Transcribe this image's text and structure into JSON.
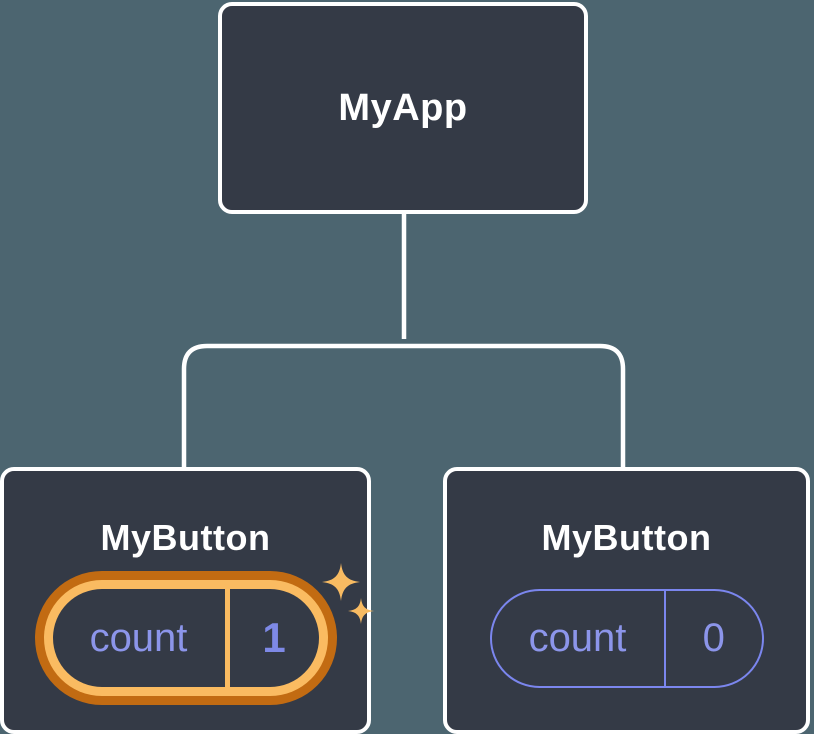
{
  "tree": {
    "root": {
      "label": "MyApp"
    },
    "children": [
      {
        "label": "MyButton",
        "state": {
          "key": "count",
          "value": "1"
        },
        "highlighted": true
      },
      {
        "label": "MyButton",
        "state": {
          "key": "count",
          "value": "0"
        },
        "highlighted": false
      }
    ]
  },
  "icons": {
    "sparkle": "sparkle-icon"
  },
  "colors": {
    "bg": "#4C6570",
    "node-fill": "#343A46",
    "line": "#FFFFFF",
    "purple-text": "#8C95EA",
    "purple-value": "#7E89E6",
    "purple-border": "#7B86EE",
    "orange-dark": "#C26B12",
    "gold": "#FABB61",
    "sparkle": "#F8BB62"
  }
}
